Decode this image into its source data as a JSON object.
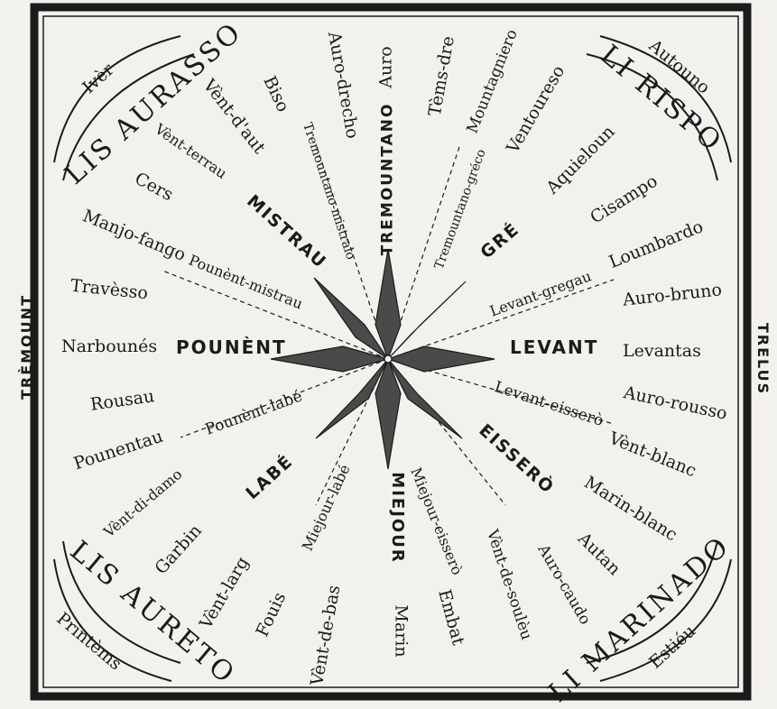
{
  "side_labels": {
    "left": "TRÈMOUNT",
    "right": "TRELUS"
  },
  "seasons": {
    "nw": {
      "title": "LIS AURASSO",
      "season": "Ivèr"
    },
    "ne": {
      "title": "LI RISPO",
      "season": "Autouno"
    },
    "sw": {
      "title": "LIS AURETO",
      "season": "Printèms"
    },
    "se": {
      "title": "LI MARINADO",
      "season": "Estiéu"
    }
  },
  "cardinals": {
    "north": "TREMOUNTANO",
    "south": "MIEJOUR",
    "east": "LEVANT",
    "west": "POUNÈNT"
  },
  "intercardinals": {
    "nw": "MISTRAU",
    "ne": "GRÉ",
    "sw": "LABÉ",
    "se": "EISSERÒ"
  },
  "spoke_labels": {
    "n_w": "Tremountano-mistralo",
    "n_e": "Tremountano-gréco",
    "w_n": "Pounènt-mistrau",
    "e_n": "Levant-gregau",
    "w_s": "Pounènt-labé",
    "e_s": "Levant-eisserò",
    "s_w": "Miejour-labé",
    "s_e": "Miejour-eisserò"
  },
  "winds": {
    "auro_drecho": "Auro-drecho",
    "auro": "Auro",
    "tems_dre": "Tèms-dre",
    "biso": "Biso",
    "vent_daut": "Vènt-d'aut",
    "vent_terrau": "Vènt-terrau",
    "cers": "Cers",
    "manjo_fango": "Manjo-fango",
    "travesso": "Travèsso",
    "narbounes": "Narbounés",
    "rousau": "Rousau",
    "pounentau": "Pounentau",
    "vent_di_damo": "Vènt-di-damo",
    "garbin": "Garbin",
    "vent_larg": "Vènt-larg",
    "fouis": "Fouis",
    "vent_de_bas": "Vènt-de-bas",
    "marin": "Marin",
    "embat": "Embat",
    "vent_de_souleu": "Vènt-de-soulèu",
    "auro_caudo": "Auro-caudo",
    "autan": "Autan",
    "marin_blanc": "Marin-blanc",
    "vent_blanc": "Vènt-blanc",
    "auro_rousso": "Auro-rousso",
    "levantas": "Levantas",
    "auro_bruno": "Auro-bruno",
    "loumbardo": "Loumbardo",
    "cisampo": "Cisampo",
    "aquieloun": "Aquieloun",
    "ventoureso": "Ventoureso",
    "mountagniero": "Mountagniero"
  },
  "colors": {
    "ink": "#1b1b1b",
    "paper": "#f3f1ec",
    "star_fill": "#4a4a4a"
  }
}
